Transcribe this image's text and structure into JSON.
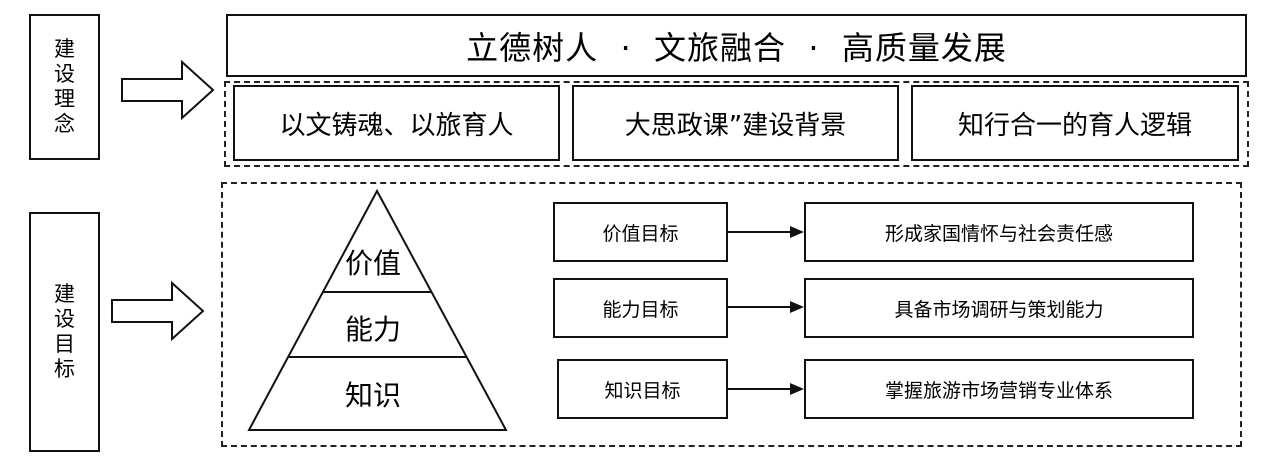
{
  "sidebar": {
    "concept_label": "建设理念",
    "goal_label": "建设目标"
  },
  "concept": {
    "title": "立德树人  ·  文旅融合  ·  高质量发展",
    "items": [
      "以文铸魂、以旅育人",
      "大思政课”建设背景",
      "知行合一的育人逻辑"
    ]
  },
  "goals": {
    "pyramid": [
      "价值",
      "能力",
      "知识"
    ],
    "rows": [
      {
        "goal": "价值目标",
        "result": "形成家国情怀与社会责任感"
      },
      {
        "goal": "能力目标",
        "result": "具备市场调研与策划能力"
      },
      {
        "goal": "知识目标",
        "result": "掌握旅游市场营销专业体系"
      }
    ]
  }
}
